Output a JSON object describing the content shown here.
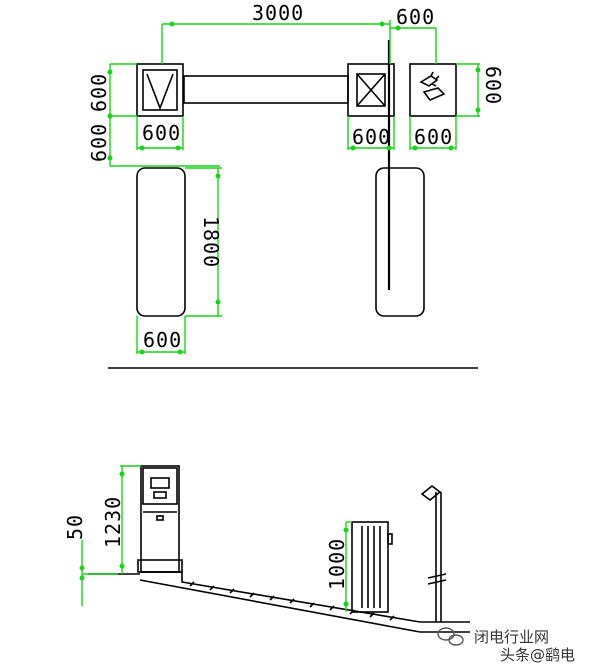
{
  "dimensions": {
    "span": "3000",
    "top_width_right": "600",
    "left_height_top": "600",
    "left_height_bottom": "600",
    "box_left_width": "600",
    "box_mid_width": "600",
    "box_right_width": "600",
    "right_height": "600",
    "island_length": "1800",
    "island_width": "600",
    "side_offset": "50",
    "kiosk_height": "1230",
    "barrier_height": "1000"
  },
  "watermark": {
    "text": "头条@鹞电",
    "site": "闭电行业网"
  },
  "colors": {
    "dimension": "#19d419",
    "line": "#000000"
  }
}
